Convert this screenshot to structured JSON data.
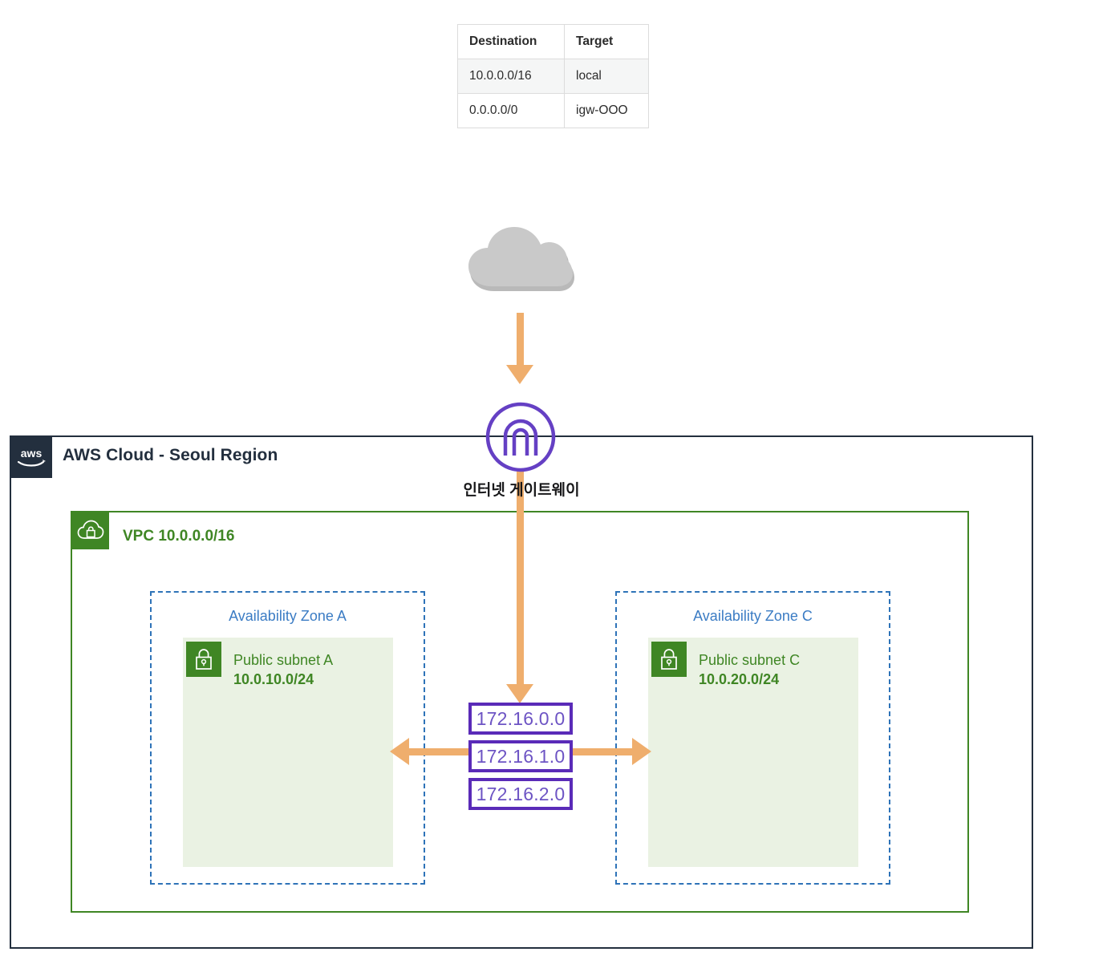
{
  "route_table": {
    "name": "route-table",
    "headers": [
      "Destination",
      "Target"
    ],
    "rows": [
      {
        "destination": "10.0.0.0/16",
        "target": "local"
      },
      {
        "destination": "0.0.0.0/0",
        "target": "igw-OOO"
      }
    ]
  },
  "internet": {
    "icon": "cloud-icon"
  },
  "gateway": {
    "icon": "internet-gateway-icon",
    "label": "인터넷 게이트웨이"
  },
  "aws_cloud": {
    "logo": "aws-logo",
    "title": "AWS Cloud - Seoul Region"
  },
  "vpc": {
    "icon": "vpc-cloud-lock-icon",
    "title": "VPC 10.0.0.0/16"
  },
  "zones": [
    {
      "label": "Availability Zone A",
      "subnet_icon": "subnet-lock-icon",
      "subnet_name": "Public subnet A",
      "subnet_cidr": "10.0.10.0/24"
    },
    {
      "label": "Availability Zone C",
      "subnet_icon": "subnet-lock-icon",
      "subnet_name": "Public subnet C",
      "subnet_cidr": "10.0.20.0/24"
    }
  ],
  "ip_boxes": [
    {
      "value": "172.16.0.0"
    },
    {
      "value": "172.16.1.0"
    },
    {
      "value": "172.16.2.0"
    }
  ],
  "colors": {
    "aws_navy": "#232F3E",
    "vpc_green": "#3F8624",
    "subnet_fill": "#EAF2E3",
    "az_blue": "#2E73B8",
    "az_label_blue": "#3B7CC4",
    "arrow_orange": "#EFAE6D",
    "ip_purple": "#5A2BB8",
    "ip_text_purple": "#6D54C4",
    "cloud_gray": "#C4C4C4"
  }
}
